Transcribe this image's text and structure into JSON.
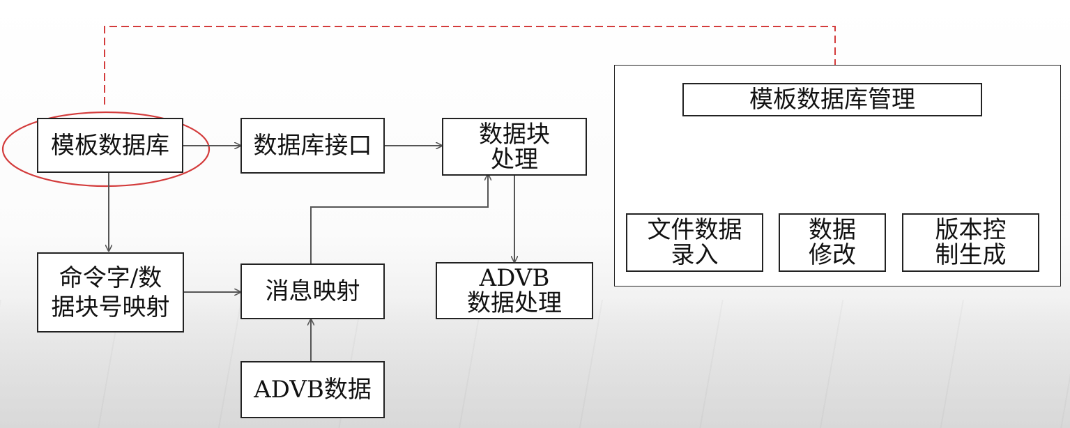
{
  "diagram": {
    "nodes": {
      "template_db": "模板数据库",
      "db_interface": "数据库接口",
      "block_process": [
        "数据块",
        "处理"
      ],
      "cmd_map": [
        "命令字/数",
        "据块号映射"
      ],
      "msg_map": "消息映射",
      "advb_process": [
        "ADVB",
        "数据处理"
      ],
      "advb_data": "ADVB数据"
    },
    "panel": {
      "root": "模板数据库管理",
      "children": [
        [
          "文件数据",
          "录入"
        ],
        [
          "数据",
          "修改"
        ],
        [
          "版本控",
          "制生成"
        ]
      ]
    },
    "colors": {
      "highlight": "#d33b3b",
      "border": "#222222",
      "arrow": "#555555"
    }
  }
}
